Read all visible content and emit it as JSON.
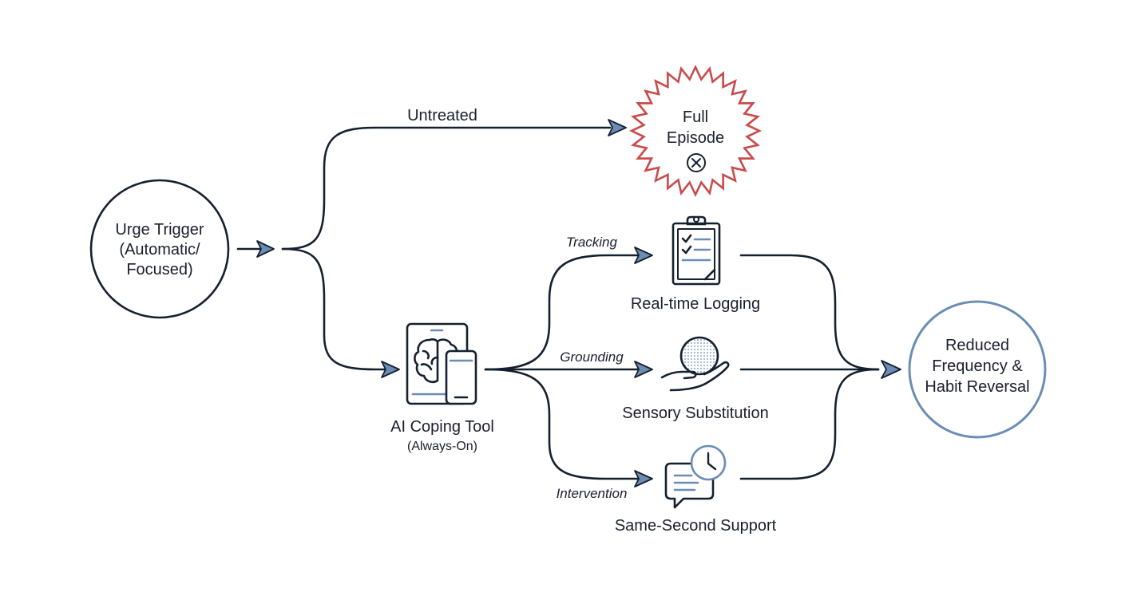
{
  "nodes": {
    "trigger": {
      "line1": "Urge Trigger",
      "line2": "(Automatic/",
      "line3": "Focused)"
    },
    "episode": {
      "line1": "Full",
      "line2": "Episode"
    },
    "tool": {
      "line1": "AI Coping Tool",
      "line2": "(Always-On)"
    },
    "logging": {
      "label": "Real-time Logging"
    },
    "sensory": {
      "label": "Sensory Substitution"
    },
    "support": {
      "label": "Same-Second Support"
    },
    "outcome": {
      "line1": "Reduced",
      "line2": "Frequency &",
      "line3": "Habit Reversal"
    }
  },
  "edges": {
    "untreated": "Untreated",
    "tracking": "Tracking",
    "grounding": "Grounding",
    "intervention": "Intervention"
  },
  "colors": {
    "ink": "#15202f",
    "accent_blue": "#6b8db5",
    "episode_red": "#c94a4a",
    "outcome_ring": "#6b8db5"
  },
  "icons": {
    "episode": "circled-x-icon",
    "tool": "brain-tablet-phone-icon",
    "logging": "clipboard-checklist-icon",
    "sensory": "hand-holding-ball-icon",
    "support": "chat-bubble-clock-icon"
  }
}
